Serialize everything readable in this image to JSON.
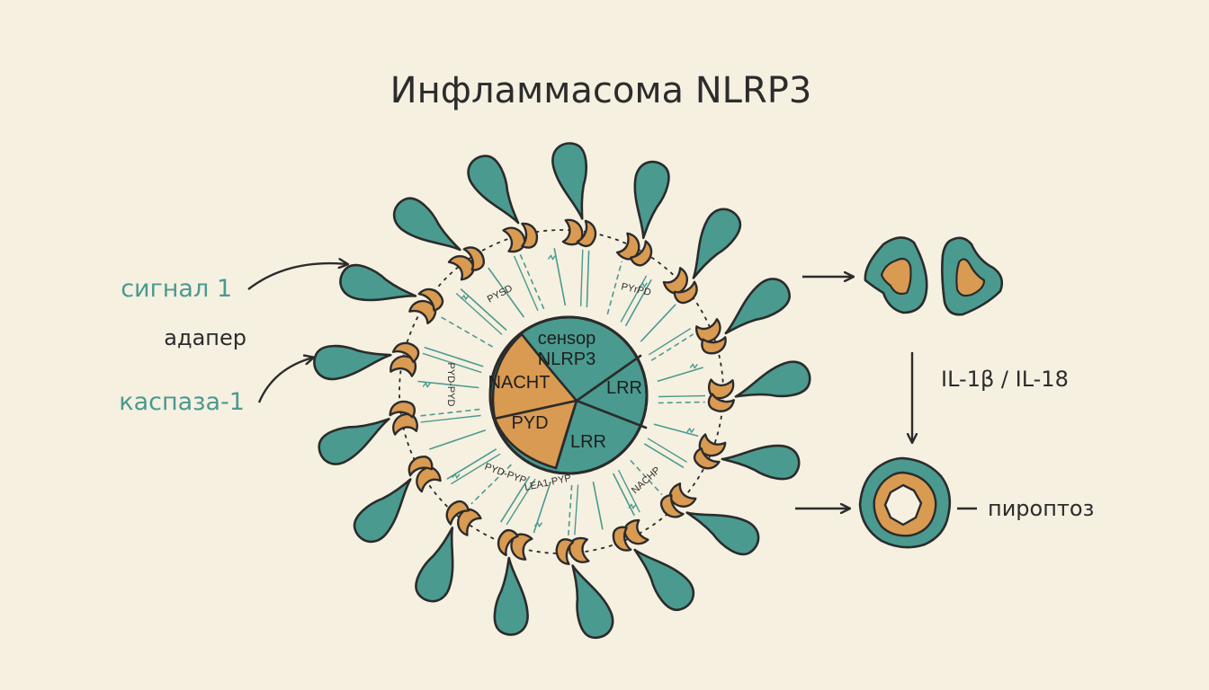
{
  "title": "Инфламмасома NLRP3",
  "left_labels": {
    "signal": "сигнал 1",
    "adapter": "адапер",
    "caspase": "каспаза-1"
  },
  "core": {
    "sensor_line1": "сенsор",
    "sensor_line2": "NLRP3",
    "nacht": "NACHT",
    "lrr_top": "LRR",
    "pyd": "PYD",
    "lrr_bottom": "LRR"
  },
  "ring_annotations": {
    "pysd": "PYSD",
    "pyrpd": "PYrPD",
    "pyd_side": "PYD-PYD",
    "pyd_pyp": "PYD-PYP",
    "lea1_pyp": "LEA1-PYP",
    "nachp": "NACHP"
  },
  "right_labels": {
    "cytokines": "IL-1β / IL-18",
    "pyroptosis": "пироптоз"
  },
  "colors": {
    "background": "#f6f0e1",
    "teal": "#4a9a8f",
    "orange": "#d99a52",
    "outline": "#2b2b2b"
  },
  "icons": {
    "arrow": "arrow-icon",
    "teardrop": "caspase-teardrop-icon",
    "crescent": "asc-adapter-crescent-icon",
    "cytokine": "cytokine-blob-icon",
    "pyroptotic_cell": "pyroptotic-cell-icon"
  }
}
